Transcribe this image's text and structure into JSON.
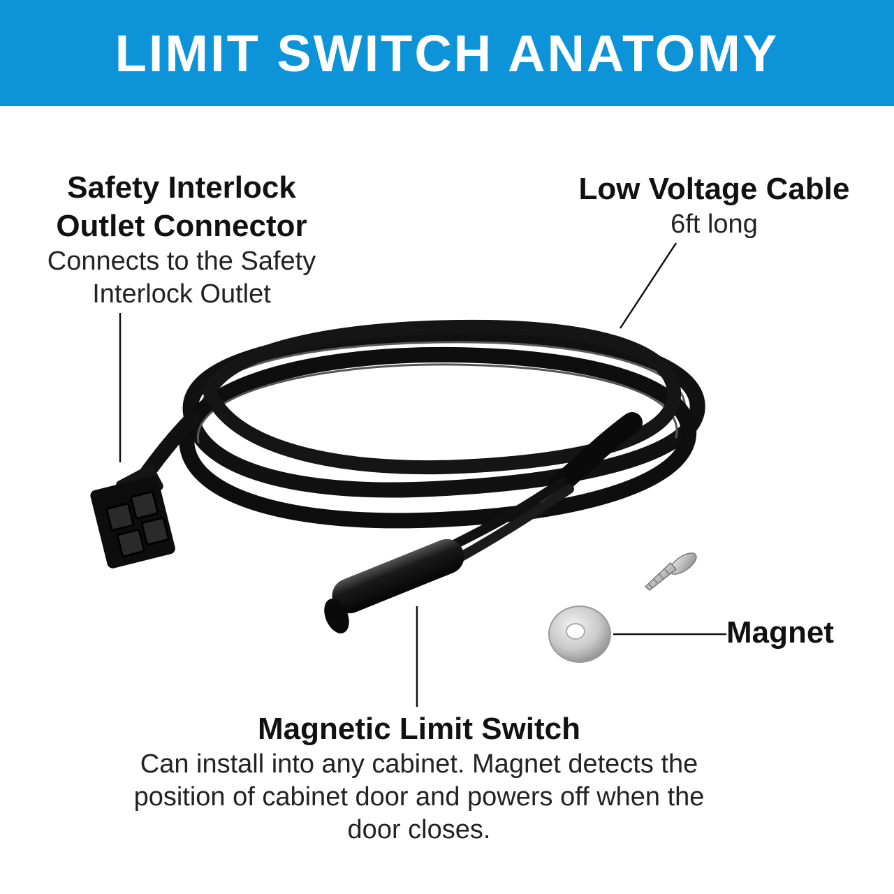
{
  "header": {
    "title": "LIMIT SWITCH ANATOMY",
    "color": "#0d94d8"
  },
  "callouts": {
    "connector": {
      "title_line1": "Safety Interlock",
      "title_line2": "Outlet Connector",
      "desc_line1": "Connects to the Safety",
      "desc_line2": "Interlock Outlet"
    },
    "cable": {
      "title": "Low Voltage Cable",
      "desc": "6ft long"
    },
    "switch": {
      "title": "Magnetic Limit Switch",
      "desc_line1": "Can install into any cabinet. Magnet detects the",
      "desc_line2": "position of cabinet door and powers off when the",
      "desc_line3": "door closes."
    },
    "magnet": {
      "title": "Magnet"
    }
  },
  "icons": {
    "connector": "connector-plug-icon",
    "switch": "reed-switch-icon",
    "screw": "screw-icon",
    "magnet": "ring-magnet-icon"
  }
}
